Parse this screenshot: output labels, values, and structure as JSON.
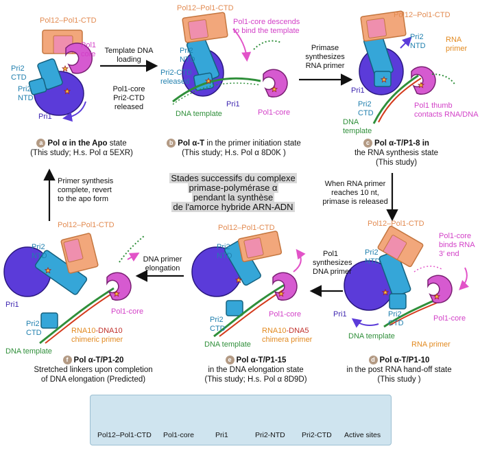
{
  "center_title": [
    "Stades successifs du complexe",
    "primase-polymérase α",
    "pendant la synthèse",
    "de l'amorce hybride ARN-ADN"
  ],
  "colors": {
    "pol12": "#f2a77b",
    "pol12_stroke": "#c4763f",
    "pol12_inner": "#ef8fae",
    "pol1core": "#d65ad0",
    "pol1core_stroke": "#7a1f73",
    "pri1": "#5b3bd9",
    "pri1_stroke": "#2a1780",
    "pri2": "#35a6d8",
    "pri2_stroke": "#14607e",
    "dna": "#2f8f3a",
    "rna": "#d43a1c",
    "arrow_pink": "#e253c8",
    "legend_bg": "#cfe4ef"
  },
  "panels": {
    "a": {
      "labels": {
        "pol12": "Pol12–Pol1-CTD",
        "pol1_core": "Pol1\ncore",
        "pri2_ctd": "Pri2\nCTD",
        "pri2_ntd": "Pri2\nNTD",
        "pri1": "Pri1"
      },
      "caption": {
        "letter": "a",
        "bold": "Pol α in the Apo",
        "rest": " state",
        "line2": "(This study; H.s. Pol α 5EXR)"
      }
    },
    "b": {
      "labels": {
        "pol12": "Pol12–Pol1-CTD",
        "pri2_ntd": "Pri2\nNTD",
        "pri2_ctd": "Pri2-CTD\nreleased",
        "pri1": "Pri1",
        "dna_template": "DNA template",
        "pol1_core": "Pol1-core",
        "note": "Pol1-core descends\nto bind the template"
      },
      "caption": {
        "letter": "b",
        "bold": "Pol α-T",
        "rest": " in the primer initiation state",
        "line2": "(This study; H.s. Pol α 8D0K )"
      }
    },
    "c": {
      "labels": {
        "pol12": "Pol12–Pol1-CTD",
        "pri2_ntd": "Pri2\nNTD",
        "rna_primer": "RNA\nprimer",
        "pri1": "Pri1",
        "pri2_ctd": "Pri2\nCTD",
        "dna_template": "DNA\ntemplate",
        "note": "Pol1 thumb\ncontacts RNA/DNA"
      },
      "caption": {
        "letter": "c",
        "bold": "Pol α-T/P1-8 in",
        "rest": "",
        "line2": "the RNA synthesis state",
        "line3": "(This study)"
      }
    },
    "d": {
      "labels": {
        "pol12": "Pol12–Pol1-CTD",
        "pri2_ntd": "Pri2\nNTD",
        "note": "Pol1-core\nbinds RNA\n3′ end",
        "pri1": "Pri1",
        "pri2_ctd": "Pri2\nCTD",
        "pol1_core": "Pol1-core",
        "dna_template": "DNA template",
        "rna_primer": "RNA primer"
      },
      "caption": {
        "letter": "d",
        "bold": "Pol α-T/P1-10",
        "rest": "",
        "line2": "in the post RNA hand-off state",
        "line3": "(This study )"
      }
    },
    "e": {
      "labels": {
        "pol12": "Pol12–Pol1-CTD",
        "pri2_ntd": "Pri2\nNTD",
        "pol1_core": "Pol1-core",
        "pri2_ctd": "Pri2\nCTD",
        "dna_template": "DNA template",
        "chimera_rna": "RNA10",
        "chimera_dna": "-DNA5",
        "chimera_line2": "chimera primer"
      },
      "caption": {
        "letter": "e",
        "bold": "Pol α-T/P1-15",
        "rest": "",
        "line2": "in the DNA elongation state",
        "line3": "(This study; H.s. Pol α 8D9D)"
      }
    },
    "f": {
      "labels": {
        "pol12": "Pol12–Pol1-CTD",
        "pri2_ntd": "Pri2\nNTD",
        "pri1": "Pri1",
        "pol1_core": "Pol1-core",
        "pri2_ctd": "Pri2\nCTD",
        "dna_template": "DNA template",
        "chimera_rna": "RNA10",
        "chimera_dna": "-DNA10",
        "chimera_line2": "chimeric primer"
      },
      "caption": {
        "letter": "f",
        "bold": "Pol α-T/P1-20",
        "rest": "",
        "line2": "Stretched linkers upon completion",
        "line3": "of DNA elongation (Predicted)"
      }
    }
  },
  "transitions": {
    "a_to_b": "Template DNA\nloading",
    "a_to_b_below": "Pol1-core\nPri2-CTD\nreleased",
    "b_to_c": "Primase\nsynthesizes\nRNA primer",
    "c_to_d": "When RNA primer\nreaches 10 nt,\nprimase is released",
    "d_to_e": "Pol1\nsynthesizes\nDNA primer",
    "e_to_f": "DNA primer\nelongation",
    "f_to_a": "Primer synthesis\ncomplete, revert\nto the apo form"
  },
  "legend": [
    "Pol12–Pol1-CTD",
    "Pol1-core",
    "Pri1",
    "Pri2-NTD",
    "Pri2-CTD",
    "Active sites"
  ]
}
